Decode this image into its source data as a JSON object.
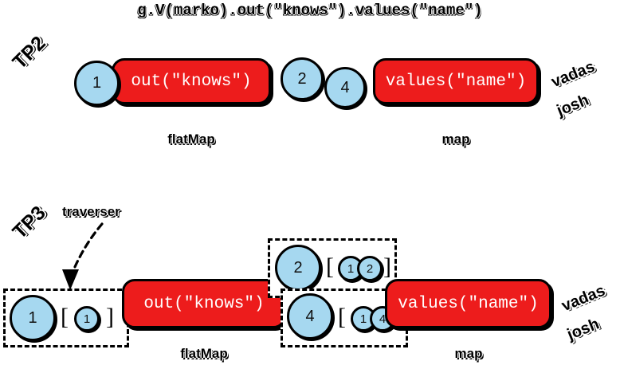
{
  "diagram": {
    "title": "g.V(marko).out(\"knows\").values(\"name\")",
    "colors": {
      "step_fill": "#ED1C1C",
      "traverser_fill": "#A6D8F0",
      "stroke": "#000000",
      "text_on_step": "#FFFFFF",
      "background": "#FFFFFF"
    },
    "rows": [
      {
        "id": "tp2",
        "label": "TP2",
        "steps": [
          {
            "expression": "out(\"knows\")",
            "caption": "flatMap"
          },
          {
            "expression": "values(\"name\")",
            "caption": "map"
          }
        ],
        "traversers": [
          {
            "id": "in",
            "value": "1"
          },
          {
            "id": "mid-a",
            "value": "2"
          },
          {
            "id": "mid-b",
            "value": "4"
          }
        ],
        "results": [
          "vadas",
          "josh"
        ]
      },
      {
        "id": "tp3",
        "label": "TP3",
        "annotation": "traverser",
        "steps": [
          {
            "expression": "out(\"knows\")",
            "caption": "flatMap"
          },
          {
            "expression": "values(\"name\")",
            "caption": "map"
          }
        ],
        "traversers": [
          {
            "id": "t-in",
            "value": "1",
            "open": "[",
            "path": [
              "1"
            ],
            "close": "]"
          },
          {
            "id": "t-mid-a",
            "value": "2",
            "open": "[",
            "path": [
              "1",
              "2"
            ],
            "close": "]"
          },
          {
            "id": "t-mid-b",
            "value": "4",
            "open": "[",
            "path": [
              "1",
              "4"
            ],
            "close": "]"
          }
        ],
        "results": [
          "vadas",
          "josh"
        ]
      }
    ]
  }
}
